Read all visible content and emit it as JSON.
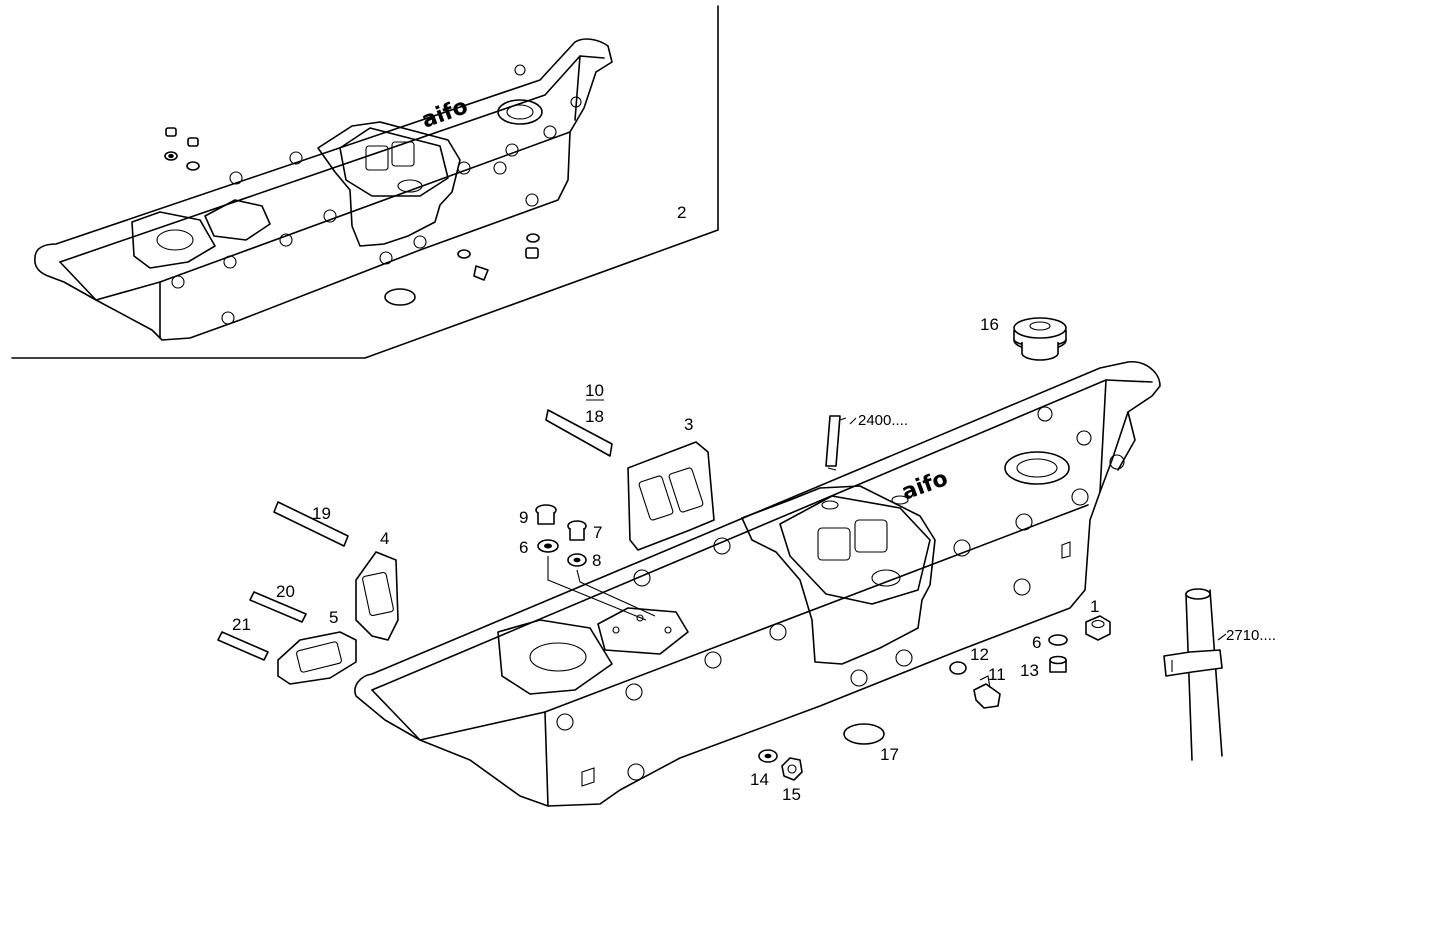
{
  "logo_text": "aifo",
  "inset_label": "2",
  "labels": {
    "l1": "1",
    "l3": "3",
    "l4": "4",
    "l5": "5",
    "l6a": "6",
    "l6b": "6",
    "l7": "7",
    "l8": "8",
    "l9": "9",
    "l10": "10",
    "l11": "11",
    "l12": "12",
    "l13": "13",
    "l14": "14",
    "l15": "15",
    "l16": "16",
    "l17": "17",
    "l18": "18",
    "l19": "19",
    "l20": "20",
    "l21": "21",
    "l2400": "2400....",
    "l2710": "2710...."
  }
}
